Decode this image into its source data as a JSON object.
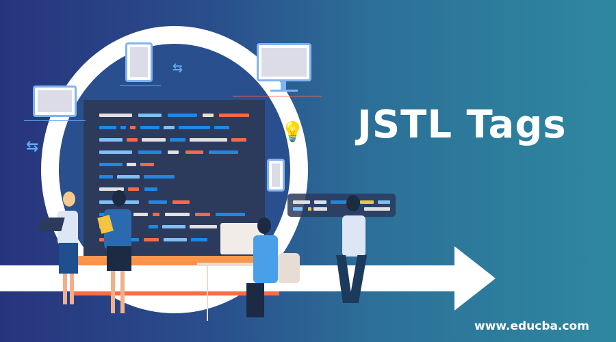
{
  "banner": {
    "title": "JSTL Tags",
    "website": "www.educba.com"
  },
  "colors": {
    "background_left": "#27347d",
    "background_right": "#2e88a0",
    "ring": "#ffffff",
    "code_panel": "#2c3a5c",
    "accent_orange": "#f86a45",
    "accent_blue": "#1e88e5",
    "accent_light_blue": "#7fc0f5",
    "accent_gray": "#e0e0e0",
    "accent_yellow": "#f5c542"
  },
  "illustration": {
    "elements": [
      "code-panel",
      "white-ring",
      "devices",
      "people",
      "arrow",
      "lightbulb-icon",
      "swap-arrows-icon"
    ],
    "people_count": 4
  }
}
